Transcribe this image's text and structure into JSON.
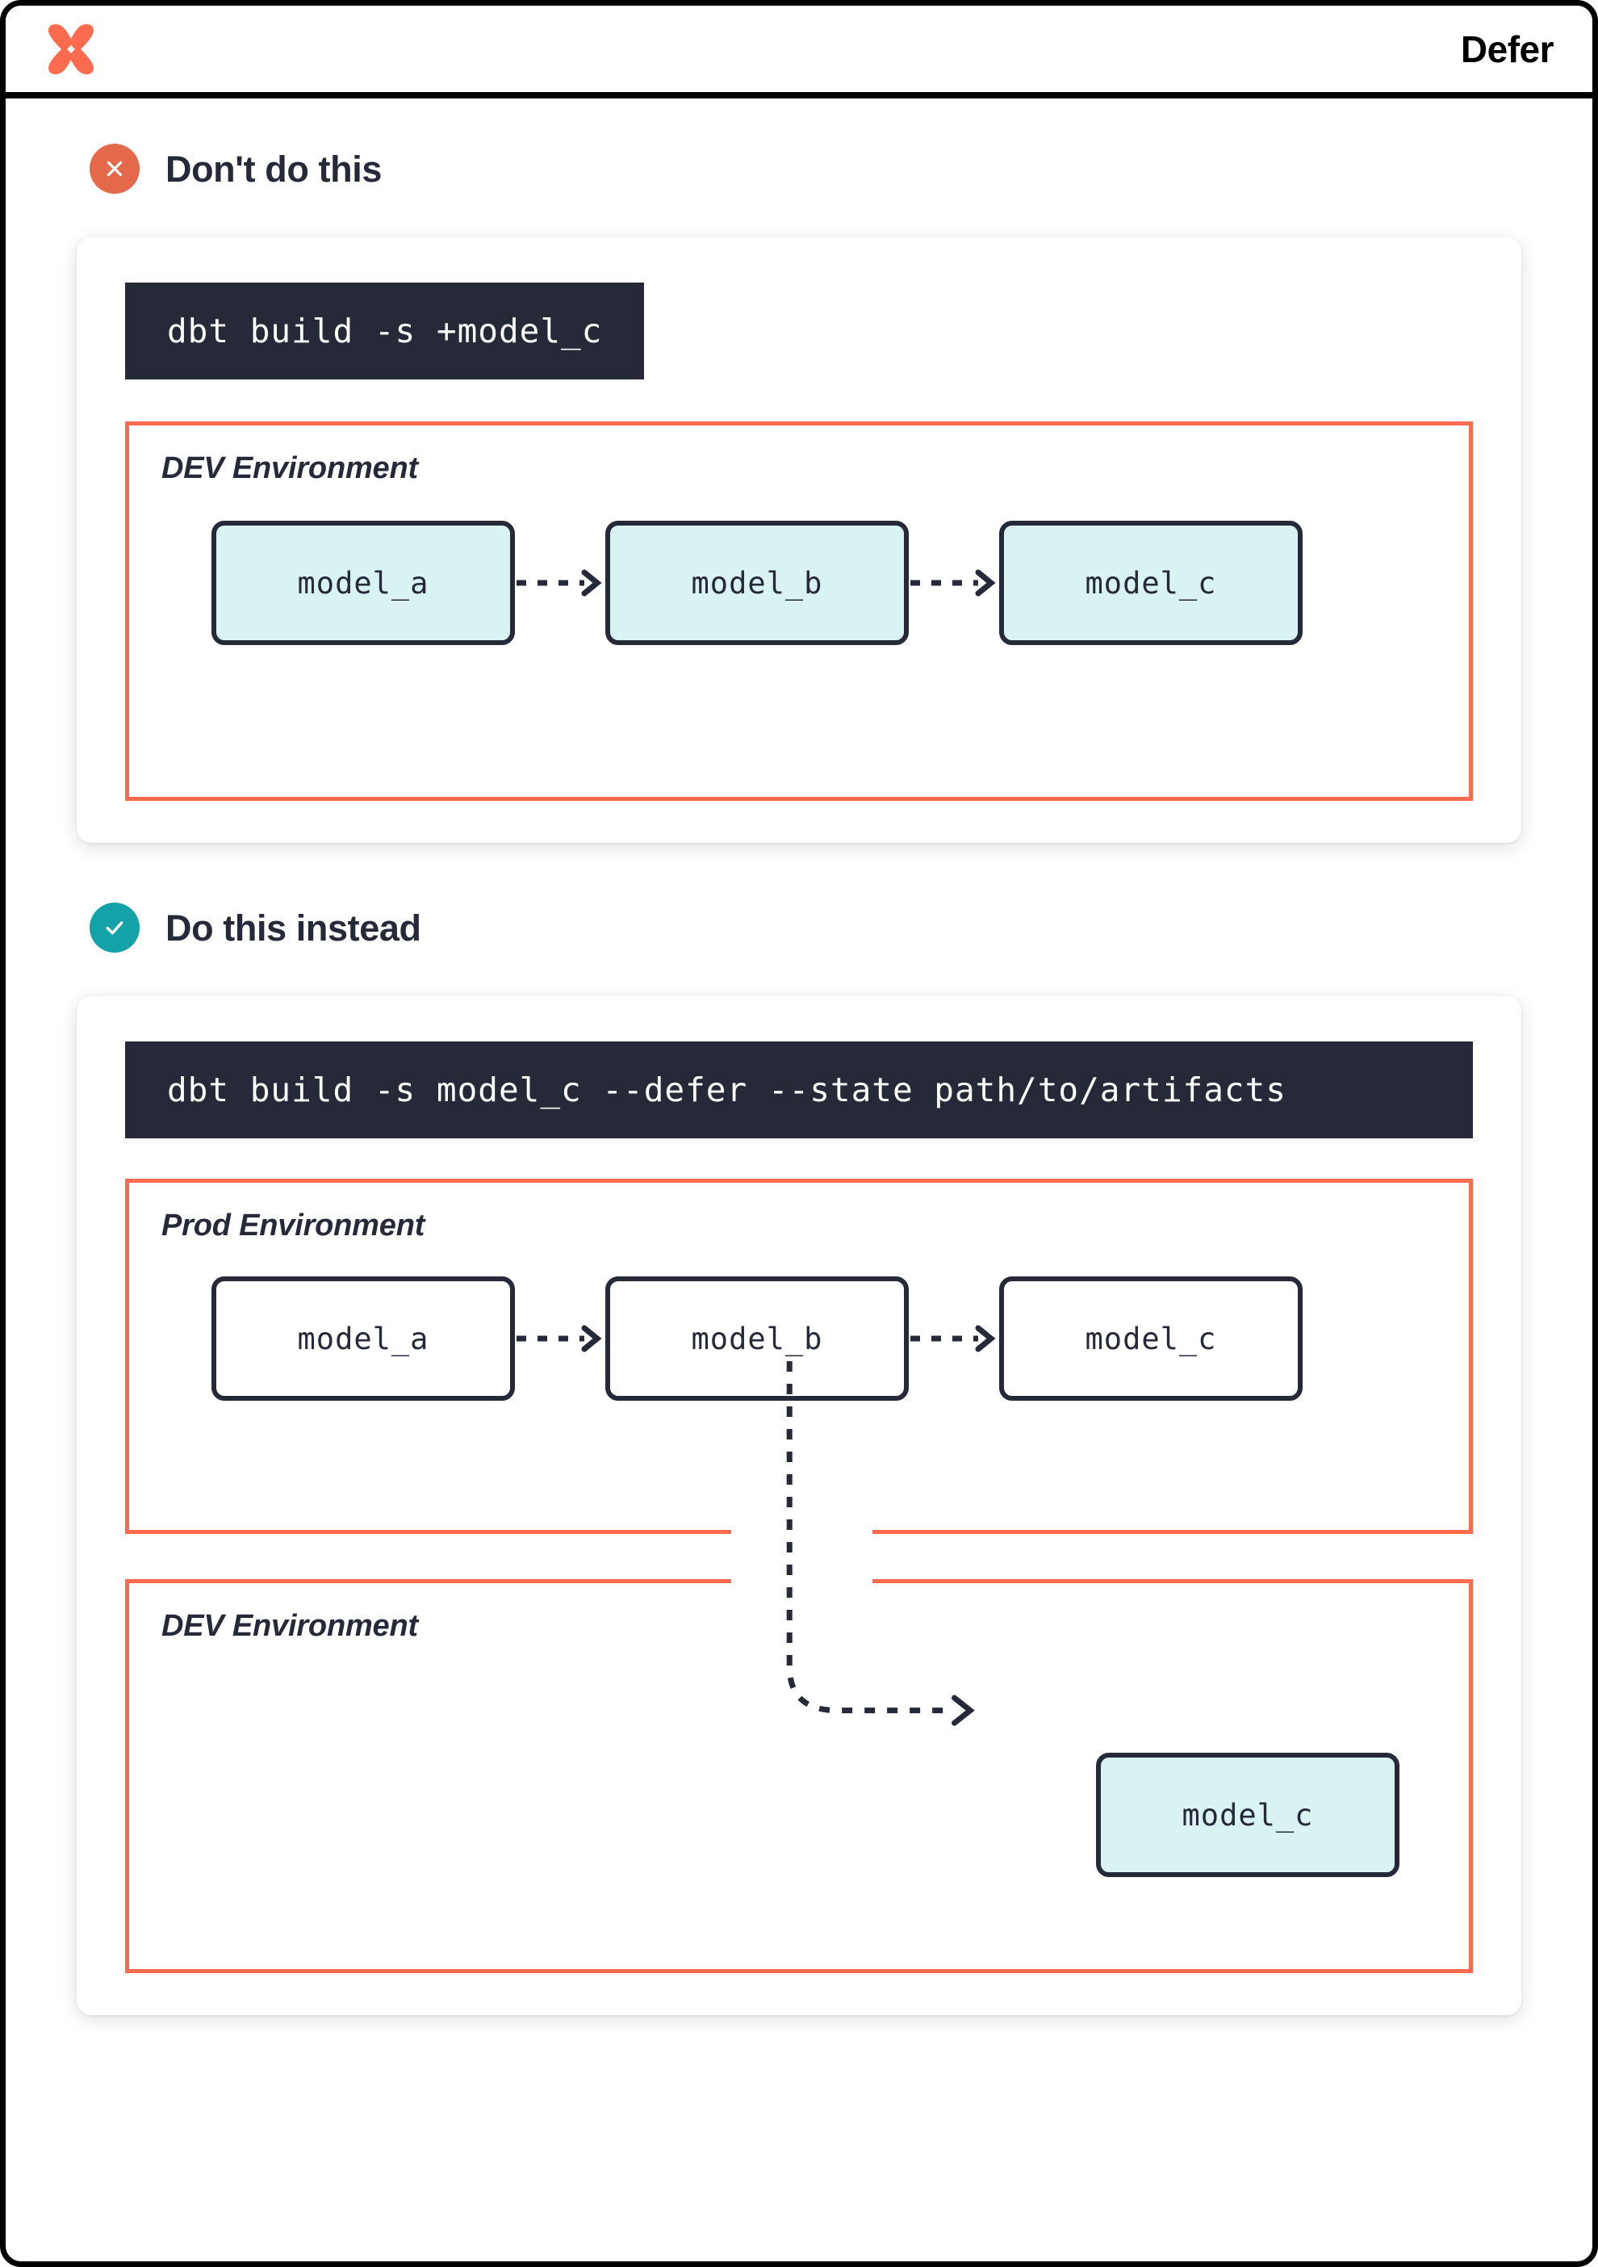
{
  "header": {
    "logo_name": "dbt-logo",
    "title": "Defer"
  },
  "colors": {
    "accent_coral": "#FC6B4D",
    "bad_badge": "#E4684A",
    "good_badge": "#12A2A7",
    "code_bg": "#262A38",
    "node_dev_fill": "#D9F2F2",
    "node_border": "#262A38"
  },
  "sections": [
    {
      "badge_icon": "close-icon",
      "title": "Don't do this",
      "command": "dbt build -s +model_c",
      "environments": [
        {
          "label": "DEV Environment",
          "nodes": [
            {
              "label": "model_a",
              "style": "dev"
            },
            {
              "label": "model_b",
              "style": "dev"
            },
            {
              "label": "model_c",
              "style": "dev"
            }
          ]
        }
      ]
    },
    {
      "badge_icon": "check-icon",
      "title": "Do this instead",
      "command": "dbt build -s model_c --defer --state path/to/artifacts",
      "environments": [
        {
          "label": "Prod Environment",
          "nodes": [
            {
              "label": "model_a",
              "style": "prod"
            },
            {
              "label": "model_b",
              "style": "prod"
            },
            {
              "label": "model_c",
              "style": "prod"
            }
          ]
        },
        {
          "label": "DEV Environment",
          "nodes": [
            {
              "label": "model_c",
              "style": "dev"
            }
          ]
        }
      ]
    }
  ],
  "arrow_glyph": "dashed-arrow-icon"
}
